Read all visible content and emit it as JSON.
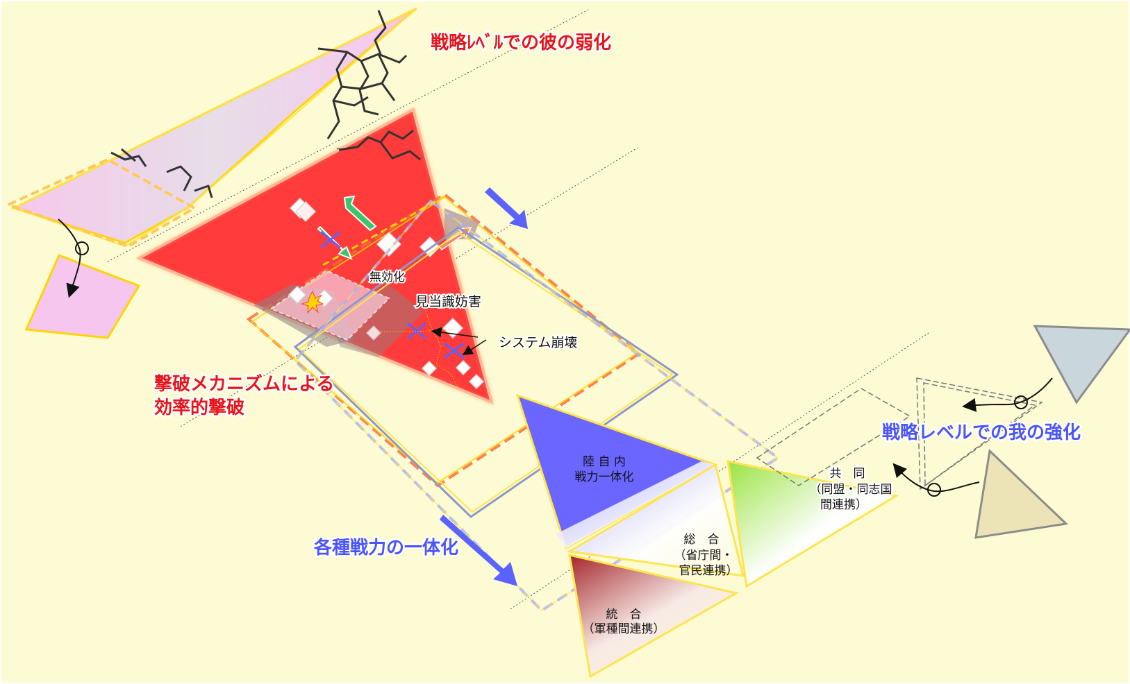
{
  "labels": {
    "enemy_weakening": "戦略ﾚﾍﾞﾙでの彼の弱化",
    "defeat_mechanism_line1": "撃破メカニズムによる",
    "defeat_mechanism_line2": "効率的撃破",
    "integration_of_forces": "各種戦力の一体化",
    "our_strengthening": "戦略レベルでの我の強化",
    "nullification": "無効化",
    "targeting_interference": "見当識妨害",
    "system_collapse": "システム崩壊"
  },
  "triangles": {
    "gsdf": {
      "line1": "陸 自 内",
      "line2": "戦力一体化"
    },
    "joint": {
      "line1": "統　合",
      "line2": "（軍種間連携）"
    },
    "whole_of_government": {
      "line1": "総　合",
      "line2": "（省庁間・",
      "line3": "官民連携）"
    },
    "combined": {
      "line1": "共　同",
      "line2": "（同盟・同志国",
      "line3": "間連携）"
    }
  },
  "colors": {
    "background": "#fdfbd3",
    "enemy_red": "#ff3b3b",
    "own_blue": "#6b66ff",
    "label_red": "#e8141b",
    "label_blue": "#4a54ff",
    "outline_yellow": "#ffe44d",
    "arrow_green": "#3ec46a"
  },
  "icons": [
    "circular-arrow-icon",
    "x-mark-icon",
    "diamond-unit-icon",
    "explosion-icon"
  ]
}
